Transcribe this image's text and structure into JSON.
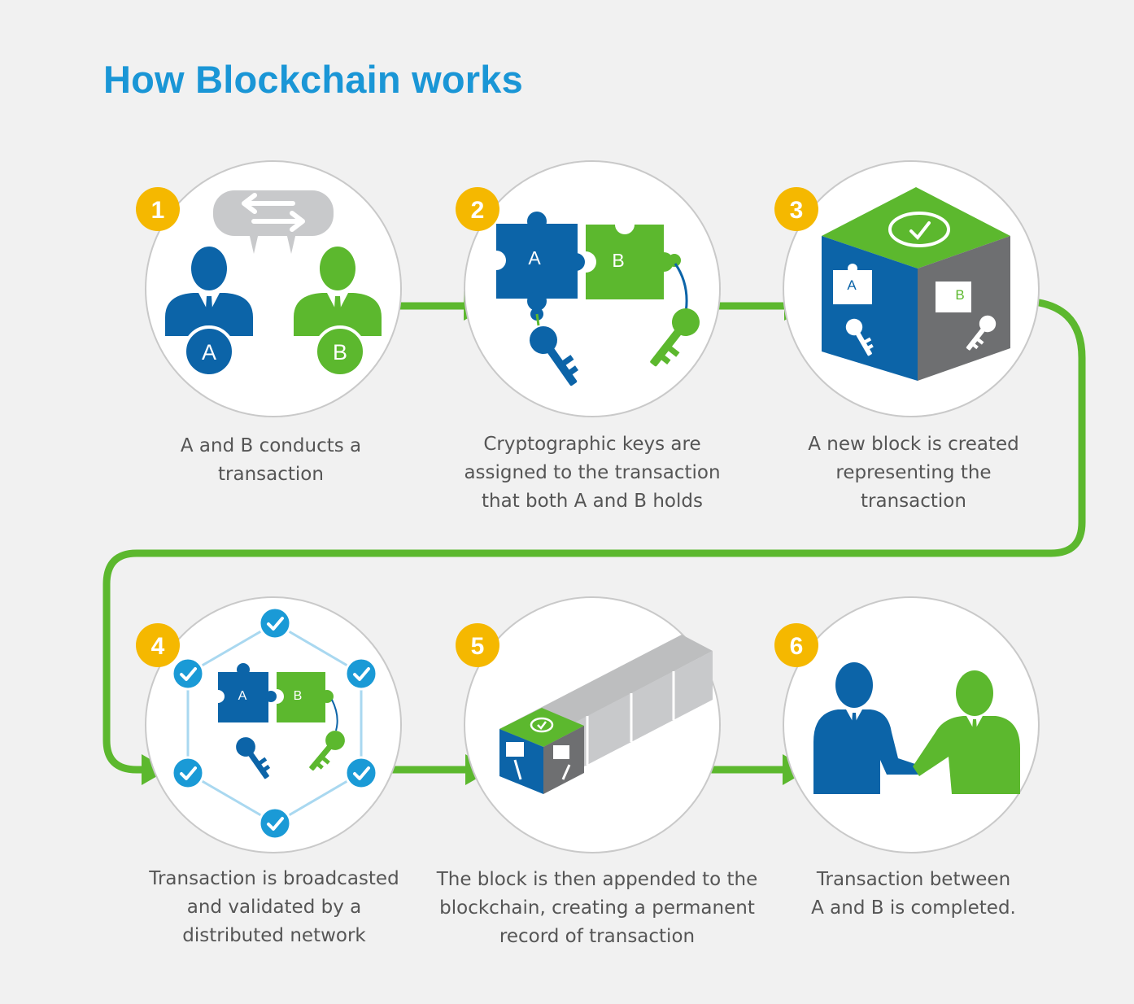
{
  "title": "How Blockchain works",
  "colors": {
    "title": "#1a96d6",
    "blue": "#0c64a8",
    "green": "#5cb82e",
    "gray": "#6e6f71",
    "lightgray": "#c8c9cb",
    "badge": "#f5b800",
    "check": "#1a9ad6",
    "caption": "#555555"
  },
  "steps": [
    {
      "number": "1",
      "caption": [
        "A and B conducts a",
        "transaction"
      ],
      "person_a": "A",
      "person_b": "B"
    },
    {
      "number": "2",
      "caption": [
        "Cryptographic keys are",
        "assigned to the transaction",
        "that both A and B holds"
      ],
      "piece_a": "A",
      "piece_b": "B"
    },
    {
      "number": "3",
      "caption": [
        "A new block is created",
        "representing the",
        "transaction"
      ],
      "piece_a": "A",
      "piece_b": "B"
    },
    {
      "number": "4",
      "caption": [
        "Transaction is broadcasted",
        "and validated by a",
        "distributed network"
      ],
      "piece_a": "A",
      "piece_b": "B"
    },
    {
      "number": "5",
      "caption": [
        "The block is then appended to the",
        "blockchain, creating a permanent",
        "record of transaction"
      ]
    },
    {
      "number": "6",
      "caption": [
        "Transaction between",
        "A and B is completed."
      ]
    }
  ]
}
